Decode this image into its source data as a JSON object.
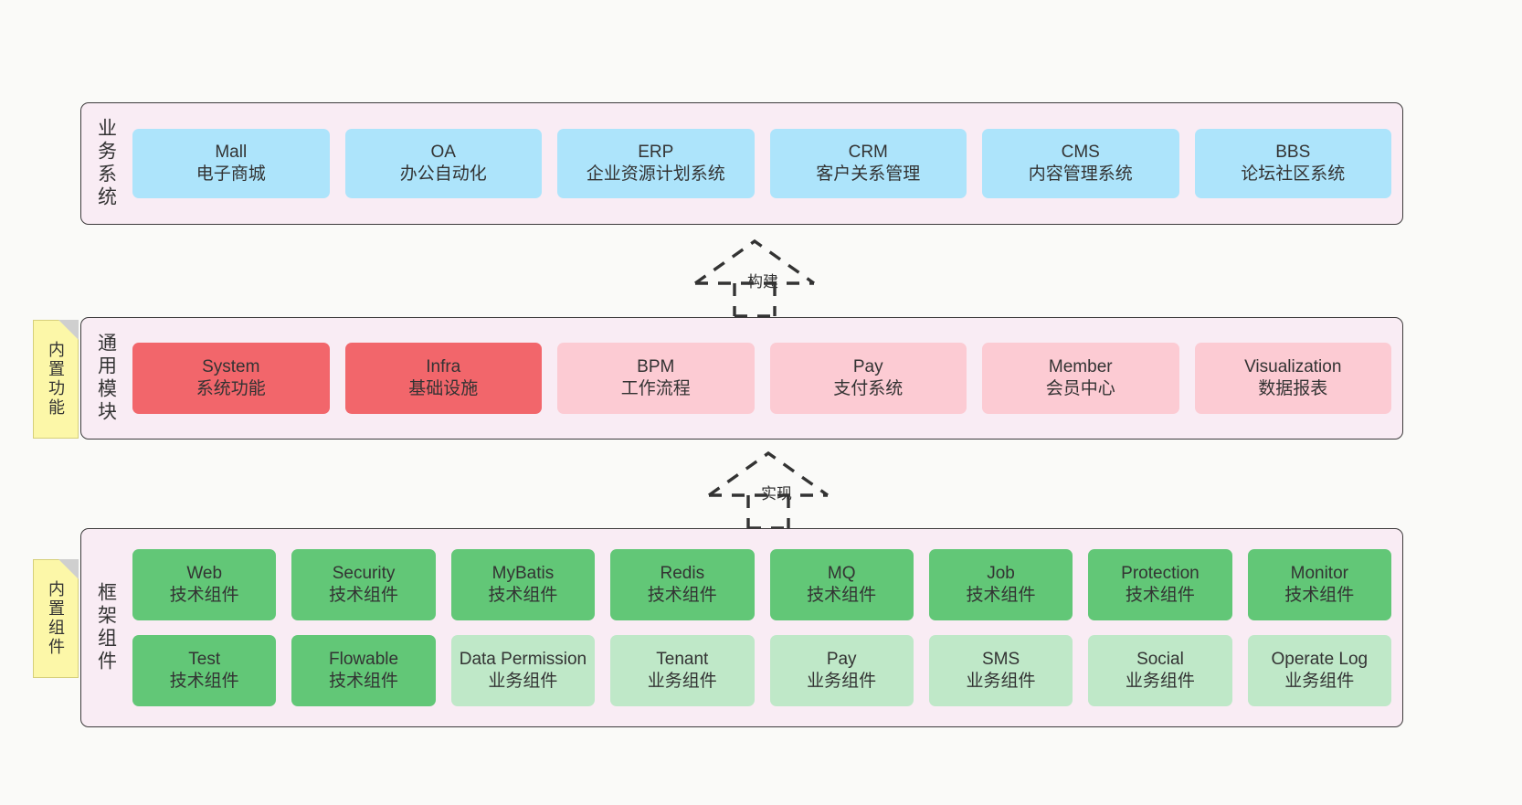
{
  "diagram": {
    "title": "",
    "colors": {
      "panel_bg": "#f9ecf4",
      "panel_border": "#3d3b3c",
      "business_card": "#ade4fb",
      "core_module_card": "#f2666b",
      "module_card": "#fccbd3",
      "tech_component_card": "#62c777",
      "business_component_card": "#bfe8c8",
      "note_bg": "#fcf7a8",
      "canvas_bg": "#fafaf8"
    }
  },
  "layers": [
    {
      "id": "business-system",
      "title": "业务系统",
      "rows": [
        {
          "cards": [
            {
              "name": "Mall",
              "sub": "电子商城",
              "variant": "c-blue"
            },
            {
              "name": "OA",
              "sub": "办公自动化",
              "variant": "c-blue"
            },
            {
              "name": "ERP",
              "sub": "企业资源计划系统",
              "variant": "c-blue"
            },
            {
              "name": "CRM",
              "sub": "客户关系管理",
              "variant": "c-blue"
            },
            {
              "name": "CMS",
              "sub": "内容管理系统",
              "variant": "c-blue"
            },
            {
              "name": "BBS",
              "sub": "论坛社区系统",
              "variant": "c-blue"
            }
          ]
        }
      ]
    },
    {
      "id": "common-module",
      "title": "通用模块",
      "rows": [
        {
          "cards": [
            {
              "name": "System",
              "sub": "系统功能",
              "variant": "c-red"
            },
            {
              "name": "Infra",
              "sub": "基础设施",
              "variant": "c-red"
            },
            {
              "name": "BPM",
              "sub": "工作流程",
              "variant": "c-pink"
            },
            {
              "name": "Pay",
              "sub": "支付系统",
              "variant": "c-pink"
            },
            {
              "name": "Member",
              "sub": "会员中心",
              "variant": "c-pink"
            },
            {
              "name": "Visualization",
              "sub": "数据报表",
              "variant": "c-pink"
            }
          ]
        }
      ]
    },
    {
      "id": "framework-component",
      "title": "框架组件",
      "rows": [
        {
          "cards": [
            {
              "name": "Web",
              "sub": "技术组件",
              "variant": "c-green"
            },
            {
              "name": "Security",
              "sub": "技术组件",
              "variant": "c-green"
            },
            {
              "name": "MyBatis",
              "sub": "技术组件",
              "variant": "c-green"
            },
            {
              "name": "Redis",
              "sub": "技术组件",
              "variant": "c-green"
            },
            {
              "name": "MQ",
              "sub": "技术组件",
              "variant": "c-green"
            },
            {
              "name": "Job",
              "sub": "技术组件",
              "variant": "c-green"
            },
            {
              "name": "Protection",
              "sub": "技术组件",
              "variant": "c-green"
            },
            {
              "name": "Monitor",
              "sub": "技术组件",
              "variant": "c-green"
            }
          ]
        },
        {
          "cards": [
            {
              "name": "Test",
              "sub": "技术组件",
              "variant": "c-green"
            },
            {
              "name": "Flowable",
              "sub": "技术组件",
              "variant": "c-green"
            },
            {
              "name": "Data Permission",
              "sub": "业务组件",
              "variant": "c-lgreen"
            },
            {
              "name": "Tenant",
              "sub": "业务组件",
              "variant": "c-lgreen"
            },
            {
              "name": "Pay",
              "sub": "业务组件",
              "variant": "c-lgreen"
            },
            {
              "name": "SMS",
              "sub": "业务组件",
              "variant": "c-lgreen"
            },
            {
              "name": "Social",
              "sub": "业务组件",
              "variant": "c-lgreen"
            },
            {
              "name": "Operate Log",
              "sub": "业务组件",
              "variant": "c-lgreen"
            }
          ]
        }
      ]
    }
  ],
  "notes": [
    {
      "id": "builtin-functions",
      "text": "内置功能"
    },
    {
      "id": "builtin-components",
      "text": "内置组件"
    }
  ],
  "arrows": [
    {
      "id": "build",
      "label": "构建",
      "style": "dashed-hollow-triangle",
      "direction": "up"
    },
    {
      "id": "implement",
      "label": "实现",
      "style": "dashed-hollow-triangle",
      "direction": "up"
    }
  ]
}
